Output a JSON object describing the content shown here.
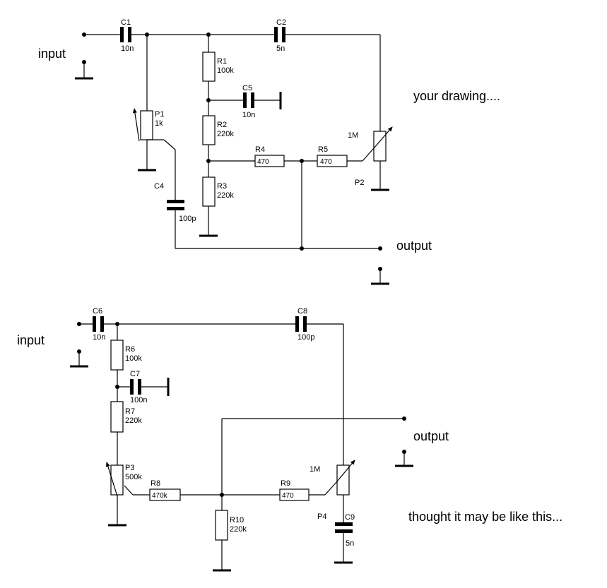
{
  "top": {
    "input_label": "input",
    "output_label": "output",
    "note": "your drawing....",
    "C1": {
      "name": "C1",
      "value": "10n"
    },
    "C2": {
      "name": "C2",
      "value": "5n"
    },
    "C4": {
      "name": "C4",
      "value": "100p"
    },
    "C5": {
      "name": "C5",
      "value": "10n"
    },
    "R1": {
      "name": "R1",
      "value": "100k"
    },
    "R2": {
      "name": "R2",
      "value": "220k"
    },
    "R3": {
      "name": "R3",
      "value": "220k"
    },
    "R4": {
      "name": "R4",
      "value": "470"
    },
    "R5": {
      "name": "R5",
      "value": "470"
    },
    "P1": {
      "name": "P1",
      "value": "1k"
    },
    "P2": {
      "name": "P2",
      "value": "1M"
    }
  },
  "bottom": {
    "input_label": "input",
    "output_label": "output",
    "note": "thought it may be like this...",
    "C6": {
      "name": "C6",
      "value": "10n"
    },
    "C7": {
      "name": "C7",
      "value": "100n"
    },
    "C8": {
      "name": "C8",
      "value": "100p"
    },
    "C9": {
      "name": "C9",
      "value": "5n"
    },
    "R6": {
      "name": "R6",
      "value": "100k"
    },
    "R7": {
      "name": "R7",
      "value": "220k"
    },
    "R8": {
      "name": "R8",
      "value": "470k"
    },
    "R9": {
      "name": "R9",
      "value": "470"
    },
    "R10": {
      "name": "R10",
      "value": "220k"
    },
    "P3": {
      "name": "P3",
      "value": "500k"
    },
    "P4": {
      "name": "P4",
      "value": "1M"
    }
  }
}
